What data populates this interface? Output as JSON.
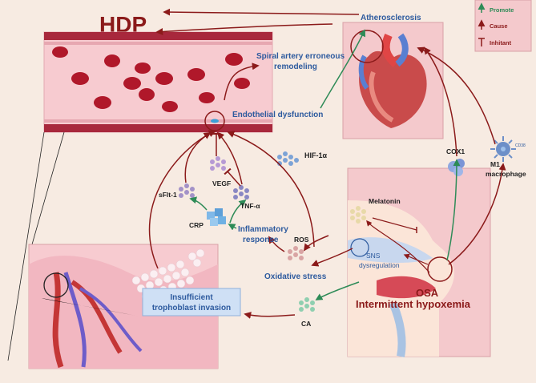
{
  "title": "HDP",
  "legend": {
    "promote": "Promote",
    "cause": "Cause",
    "inhibit": "Inhitant",
    "colors": {
      "promote": "#2e8b57",
      "cause": "#8b1a1a",
      "inhibit": "#8b1a1a"
    }
  },
  "labels": {
    "atherosclerosis": "Atherosclerosis",
    "spiral_line1": "Spiral artery erroneous",
    "spiral_line2": "remodeling",
    "endothelial": "Endothelial dysfunction",
    "hif": "HIF-1α",
    "vegf": "VEGF",
    "sflt": "sFlt-1",
    "tnf": "TNF-α",
    "crp": "CRP",
    "inflammatory_line1": "Inflammatory",
    "inflammatory_line2": "response",
    "ros": "ROS",
    "oxidative": "Oxidative stress",
    "trophoblast_line1": "Insufficient",
    "trophoblast_line2": "trophoblast invasion",
    "ca": "CA",
    "cox1": "COX1",
    "m1_line1": "M1",
    "m1_line2": "macrophage",
    "cd38": "CD38",
    "melatonin": "Melatonin",
    "sns_line1": "SNS",
    "sns_line2": "dysregulation",
    "osa": "OSA",
    "hypoxemia": "Intermittent hypoxemia"
  },
  "colors": {
    "title": "#8b1a1a",
    "label_blue": "#2d5a9e",
    "arrow_red": "#8b1a1a",
    "arrow_green": "#2e8b57",
    "panel_pink": "#f4c9cc"
  }
}
